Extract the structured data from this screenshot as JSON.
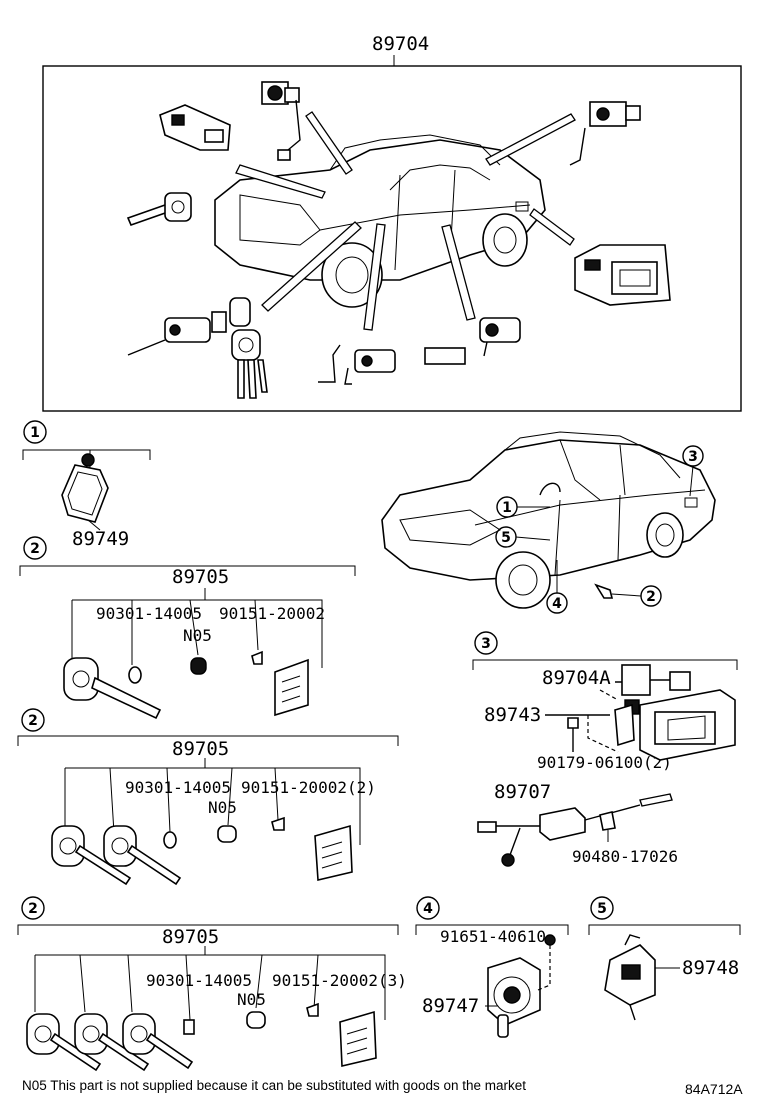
{
  "top_group": {
    "part_number": "89704"
  },
  "callout_1": {
    "index": "1",
    "part": "89749"
  },
  "callout_2a": {
    "index": "2",
    "kit": "89705",
    "pin": "90301-14005",
    "note_code": "N05",
    "screw": "90151-20002"
  },
  "callout_2b": {
    "index": "2",
    "kit": "89705",
    "pin": "90301-14005",
    "note_code": "N05",
    "screw": "90151-20002(2)"
  },
  "callout_2c": {
    "index": "2",
    "kit": "89705",
    "pin": "90301-14005",
    "note_code": "N05",
    "screw": "90151-20002(3)"
  },
  "overview_car": {
    "markers": [
      "1",
      "2",
      "3",
      "4",
      "5"
    ]
  },
  "callout_3": {
    "index": "3",
    "unit": "89704A",
    "bracket": "89743",
    "bolt": "90179-06100(2)",
    "sensor": "89707",
    "plug": "90480-17026"
  },
  "callout_4": {
    "index": "4",
    "screw": "91651-40610",
    "part": "89747"
  },
  "callout_5": {
    "index": "5",
    "part": "89748"
  },
  "footer": {
    "note": "N05 This part is not supplied because it can be substituted with goods on the market",
    "code": "84A712A"
  }
}
